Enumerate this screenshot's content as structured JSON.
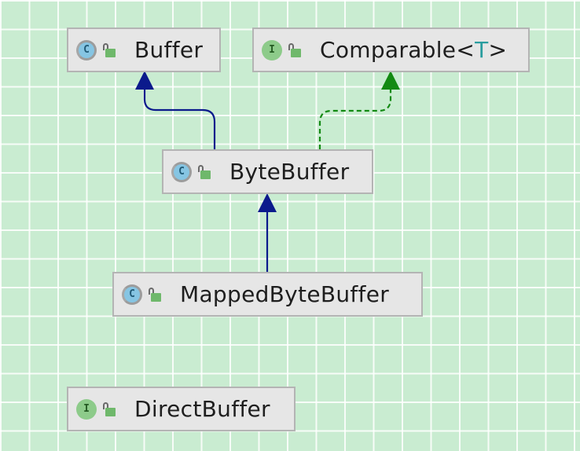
{
  "diagram": {
    "nodes": [
      {
        "id": "buffer",
        "label": "Buffer",
        "kind": "class",
        "kind_glyph": "C",
        "visibility_icon": "public-lock-icon"
      },
      {
        "id": "comparable",
        "label": "Comparable<",
        "type_param": "T",
        "label_suffix": ">",
        "kind": "interface",
        "kind_glyph": "I",
        "visibility_icon": "public-lock-icon"
      },
      {
        "id": "bytebuffer",
        "label": "ByteBuffer",
        "kind": "class",
        "kind_glyph": "C",
        "visibility_icon": "public-lock-icon"
      },
      {
        "id": "mappedbytebuffer",
        "label": "MappedByteBuffer",
        "kind": "class",
        "kind_glyph": "C",
        "visibility_icon": "public-lock-icon"
      },
      {
        "id": "directbuffer",
        "label": "DirectBuffer",
        "kind": "interface",
        "kind_glyph": "I",
        "visibility_icon": "public-lock-icon"
      }
    ],
    "edges": [
      {
        "from": "bytebuffer",
        "to": "buffer",
        "relation": "extends",
        "style": "solid",
        "color": "#0b1a8c"
      },
      {
        "from": "bytebuffer",
        "to": "comparable",
        "relation": "implements",
        "style": "dashed",
        "color": "#138a13"
      },
      {
        "from": "mappedbytebuffer",
        "to": "bytebuffer",
        "relation": "extends",
        "style": "solid",
        "color": "#0b1a8c"
      }
    ]
  },
  "colors": {
    "background": "#c9ecd1",
    "node_fill": "#e6e6e6",
    "node_border": "#b4b4b4",
    "extends_arrow": "#0b1a8c",
    "implements_arrow": "#138a13",
    "class_icon": "#86c5e3",
    "interface_icon": "#8dcb8a",
    "type_param_text": "#2a9d9f"
  }
}
